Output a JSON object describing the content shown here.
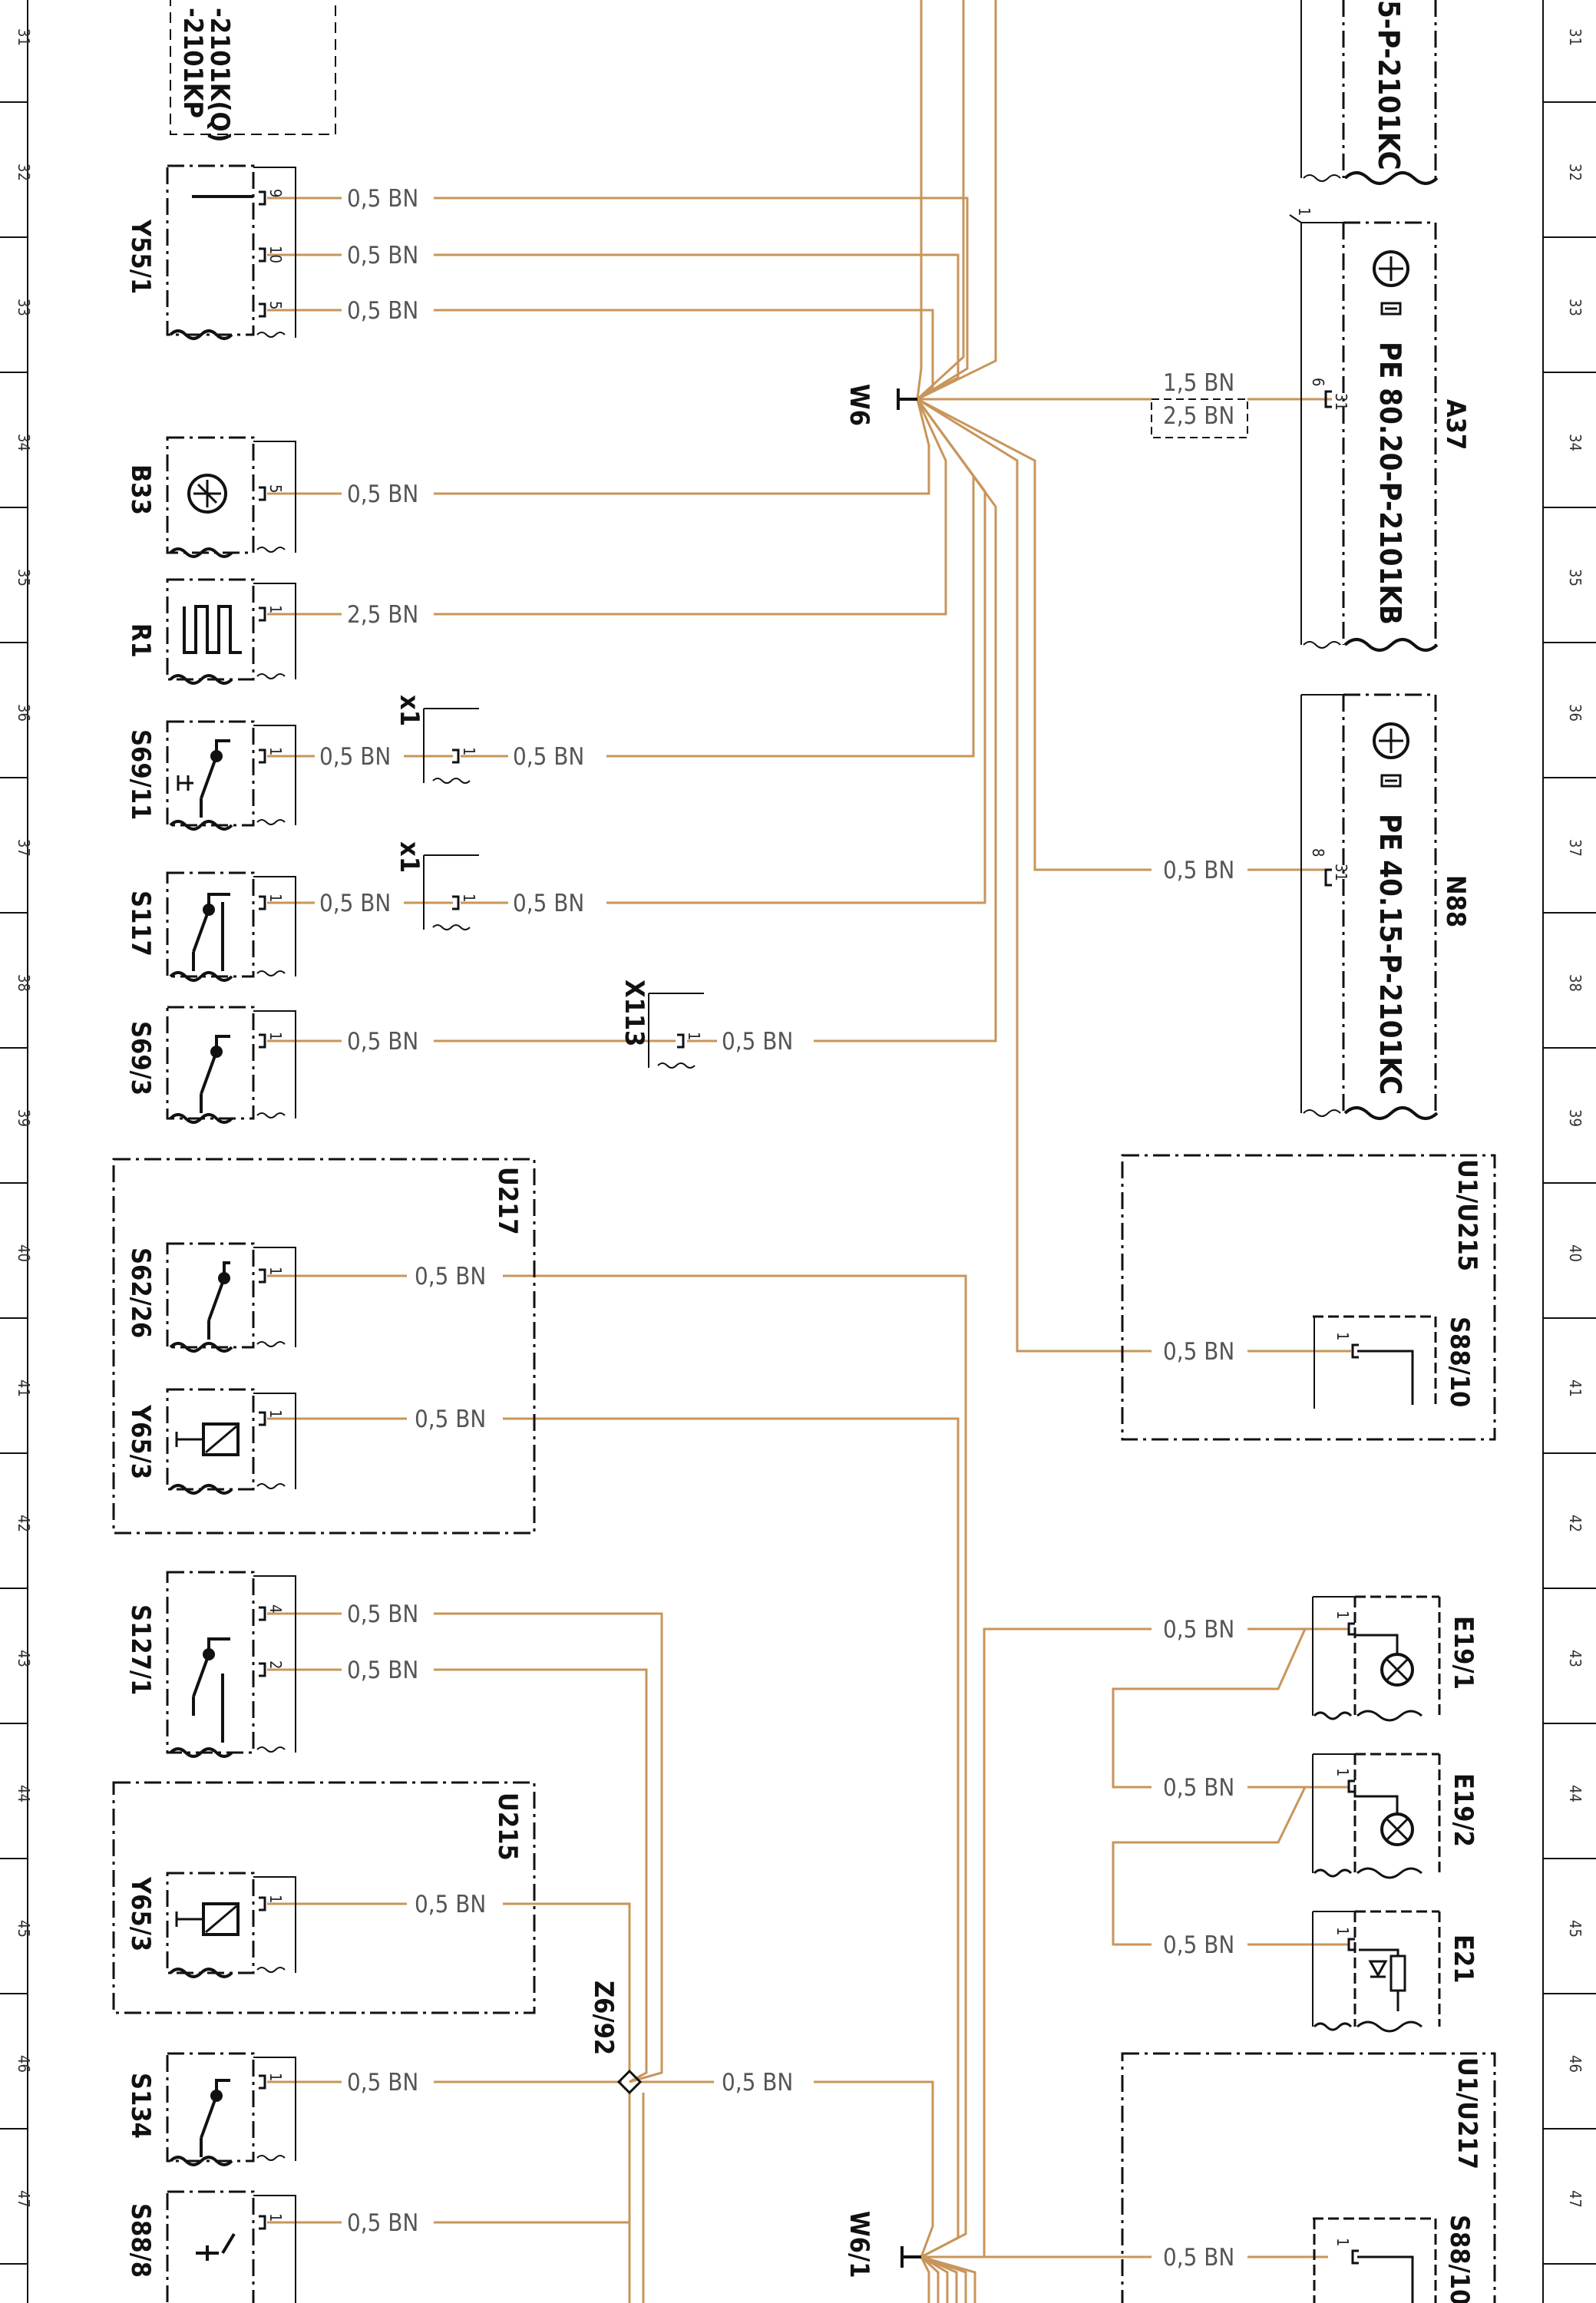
{
  "wire_color": "#c8955a",
  "grid_rows": [
    "31",
    "32",
    "33",
    "34",
    "35",
    "36",
    "37",
    "38",
    "39",
    "40",
    "41",
    "42",
    "43",
    "44",
    "45",
    "46",
    "47"
  ],
  "splices": {
    "w6": "W6",
    "w6_1": "W6/1",
    "z6_92": "Z6/92"
  },
  "connectors": {
    "x1_a": "x1",
    "x1_b": "x1",
    "x113": "X113"
  },
  "left_components": [
    {
      "id": "y55_1",
      "name": "Y55/1",
      "pins": [
        "9",
        "10",
        "5"
      ],
      "wires": [
        "0,5 BN",
        "0,5 BN",
        "0,5 BN"
      ]
    },
    {
      "id": "b33",
      "name": "B33",
      "pins": [
        "5"
      ],
      "wires": [
        "0,5 BN"
      ]
    },
    {
      "id": "r1",
      "name": "R1",
      "pins": [
        "1"
      ],
      "wires": [
        "2,5 BN"
      ]
    },
    {
      "id": "s69_11",
      "name": "S69/11",
      "pins": [
        "1"
      ],
      "wires": [
        "0,5 BN",
        "0,5 BN"
      ],
      "conn_pin": "1"
    },
    {
      "id": "s117",
      "name": "S117",
      "pins": [
        "1"
      ],
      "wires": [
        "0,5 BN",
        "0,5 BN"
      ],
      "conn_pin": "1"
    },
    {
      "id": "s69_3",
      "name": "S69/3",
      "pins": [
        "1"
      ],
      "wires": [
        "0,5 BN",
        "0,5 BN"
      ],
      "conn_pin": "1"
    },
    {
      "id": "s62_26",
      "name": "S62/26",
      "pins": [
        "1"
      ],
      "wires": [
        "0,5 BN"
      ]
    },
    {
      "id": "y65_3a",
      "name": "Y65/3",
      "pins": [
        "1"
      ],
      "wires": [
        "0,5 BN"
      ]
    },
    {
      "id": "s127_1",
      "name": "S127/1",
      "pins": [
        "4",
        "2"
      ],
      "wires": [
        "0,5 BN",
        "0,5 BN"
      ]
    },
    {
      "id": "y65_3b",
      "name": "Y65/3",
      "pins": [
        "1"
      ],
      "wires": [
        "0,5 BN"
      ]
    },
    {
      "id": "s134",
      "name": "S134",
      "pins": [
        "1"
      ],
      "wires": [
        "0,5 BN",
        "0,5 BN"
      ]
    },
    {
      "id": "s88_8",
      "name": "S88/8",
      "pins": [
        "1"
      ],
      "wires": [
        "0,5 BN"
      ]
    }
  ],
  "groups": {
    "u217": "U217",
    "u215": "U215",
    "u1_u215": "U1/U215",
    "u1_u217": "U1/U217"
  },
  "top_left_box": {
    "line1": "-2101KP",
    "line2": "-2101K(Q)"
  },
  "right_components": [
    {
      "id": "top_partial",
      "label": "5-P-2101KC"
    },
    {
      "id": "a37",
      "name": "A37",
      "part": "PE 80.20-P-2101KB",
      "pin": "6",
      "pin2": "31",
      "top_pin": "1",
      "wires": [
        "1,5 BN",
        "2,5 BN"
      ]
    },
    {
      "id": "n88",
      "name": "N88",
      "part": "PE 40.15-P-2101KC",
      "pin": "8",
      "pin2": "31",
      "wires": [
        "0,5 BN"
      ]
    },
    {
      "id": "s88_10",
      "name": "S88/10",
      "pin": "1",
      "wires": [
        "0,5 BN"
      ]
    },
    {
      "id": "e19_1",
      "name": "E19/1",
      "pin": "1",
      "wires": [
        "0,5 BN"
      ]
    },
    {
      "id": "e19_2",
      "name": "E19/2",
      "pin": "1",
      "wires": [
        "0,5 BN"
      ]
    },
    {
      "id": "e21",
      "name": "E21",
      "pin": "1",
      "wires": [
        "0,5 BN"
      ]
    },
    {
      "id": "s88_1x",
      "name": "S88/10",
      "pin": "1",
      "wires": [
        "0,5 BN"
      ]
    }
  ]
}
